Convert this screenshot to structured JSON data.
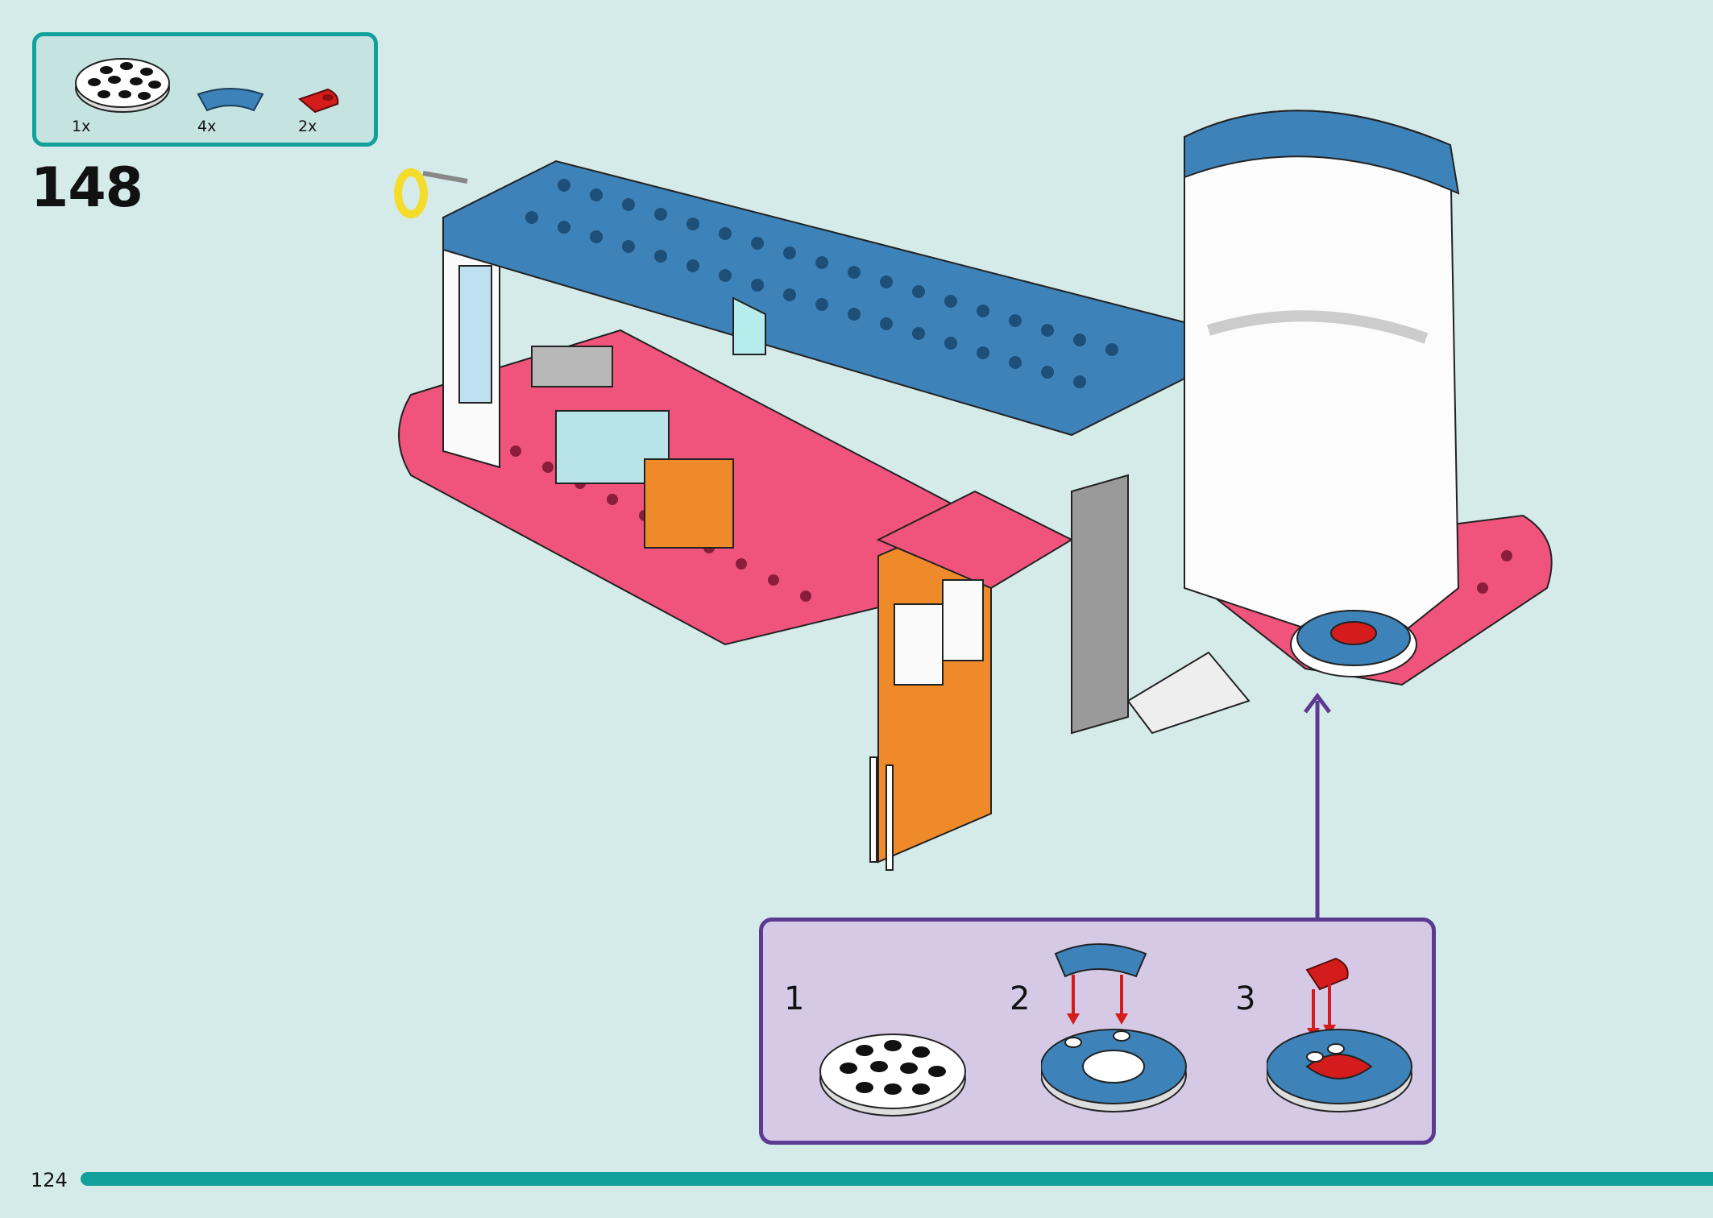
{
  "parts": [
    {
      "qty": "1x",
      "icon": "round-plate-white-icon"
    },
    {
      "qty": "4x",
      "icon": "curved-tile-blue-icon"
    },
    {
      "qty": "2x",
      "icon": "quarter-tile-red-icon"
    }
  ],
  "step": {
    "number": "148"
  },
  "substeps": [
    {
      "number": "1"
    },
    {
      "number": "2"
    },
    {
      "number": "3"
    }
  ],
  "footer": {
    "page_number": "124"
  },
  "colors": {
    "background": "#d5ebe9",
    "accent_teal": "#12a09a",
    "substep_border": "#5c3a8f",
    "substep_fill": "#d5c9e6",
    "brick_blue": "#3d82b8",
    "brick_pink": "#f0547c",
    "brick_red": "#d51c1c",
    "brick_orange": "#ee8a2a"
  }
}
